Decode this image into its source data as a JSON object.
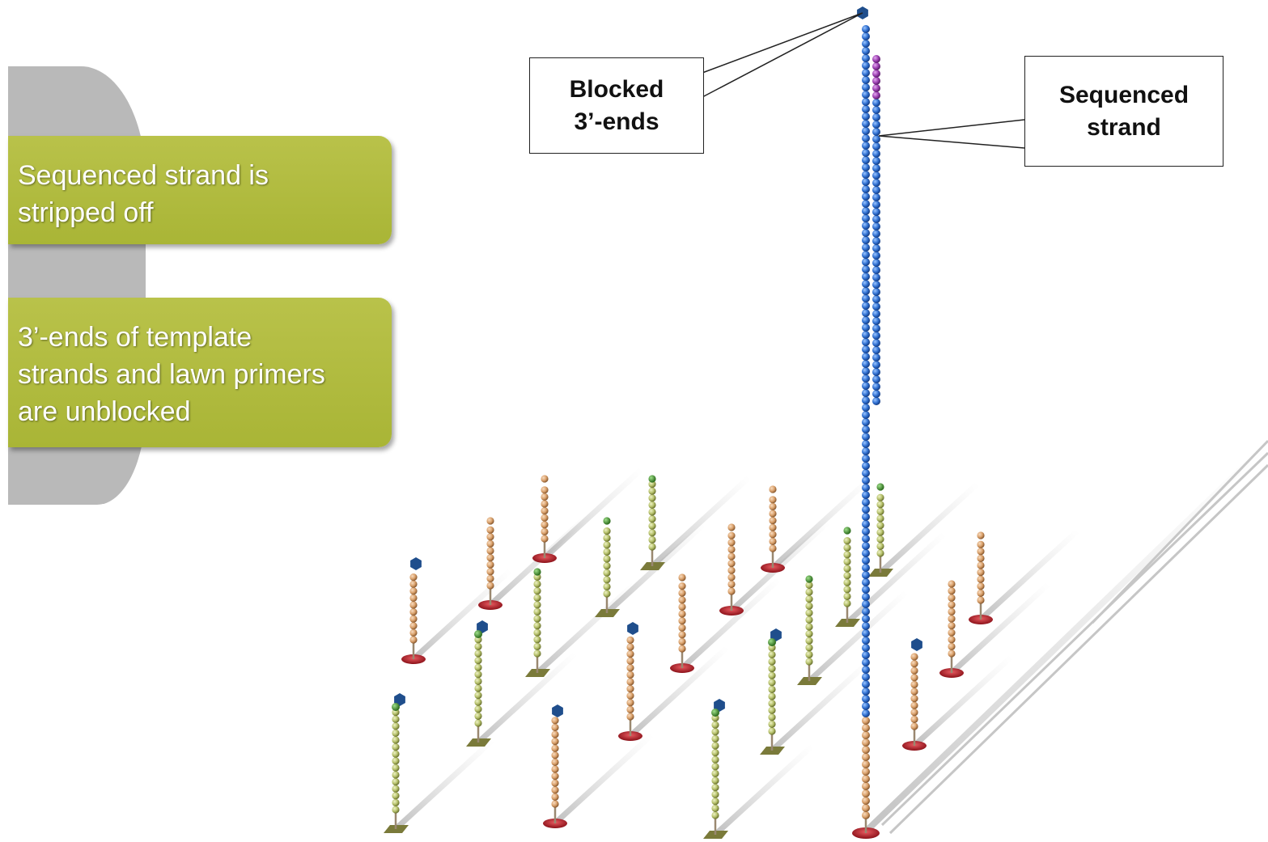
{
  "steps": [
    {
      "text": "Sequenced strand is\nstripped off"
    },
    {
      "text": "3’-ends of template\nstrands and lawn primers\nare unblocked"
    }
  ],
  "callouts": {
    "blocked": "Blocked\n3’-ends",
    "sequenced": "Sequenced\nstrand"
  },
  "colors": {
    "step_box": "#afba3c",
    "gray_shape": "#b9b9b9",
    "sequenced_bead": "#2f6fd0",
    "purple_bead": "#9b3fb0",
    "orange_bead": "#d9a06a",
    "green_bead": "#b5c06a",
    "block_cap": "#1f4e8c",
    "green_tip": "#3a8a2a",
    "red_base": "#b3202a",
    "olive_base": "#7a7a3a"
  },
  "icons": [
    "block-cap-hexagon-icon",
    "bead-strand-icon"
  ]
}
